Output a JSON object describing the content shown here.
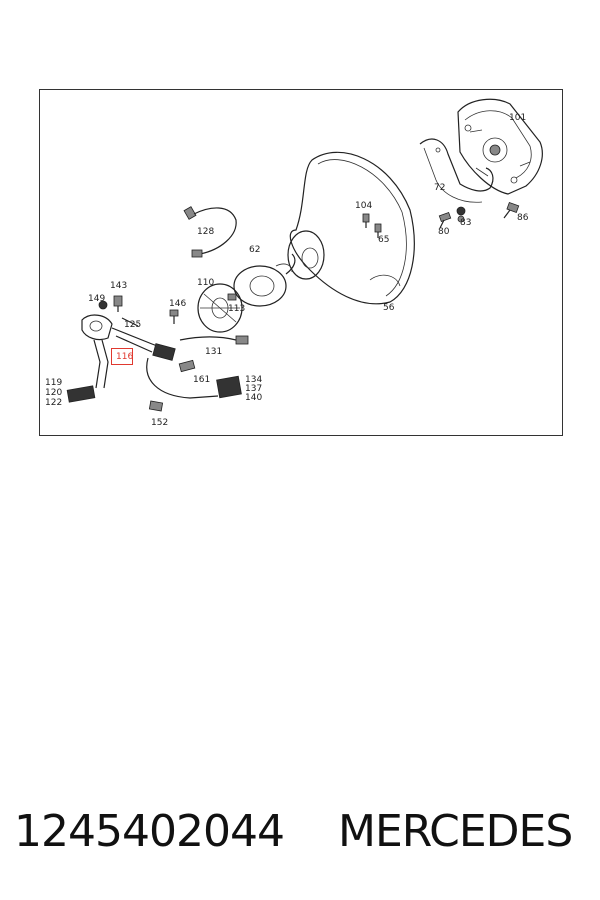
{
  "diagram": {
    "callouts": {
      "c101": "101",
      "c72": "72",
      "c104": "104",
      "c65": "65",
      "c80": "80",
      "c83": "83",
      "c86": "86",
      "c128": "128",
      "c62": "62",
      "c110": "110",
      "c113": "113",
      "c56": "56",
      "c143": "143",
      "c149": "149",
      "c146": "146",
      "c125": "125",
      "c131": "131",
      "c116": "116",
      "c161": "161",
      "c119": "119",
      "c120": "120",
      "c122": "122",
      "c134": "134",
      "c137": "137",
      "c140": "140",
      "c152": "152"
    },
    "highlight_color": "#e0392f"
  },
  "footer": {
    "part_number": "1245402044",
    "brand": "MERCEDES"
  }
}
